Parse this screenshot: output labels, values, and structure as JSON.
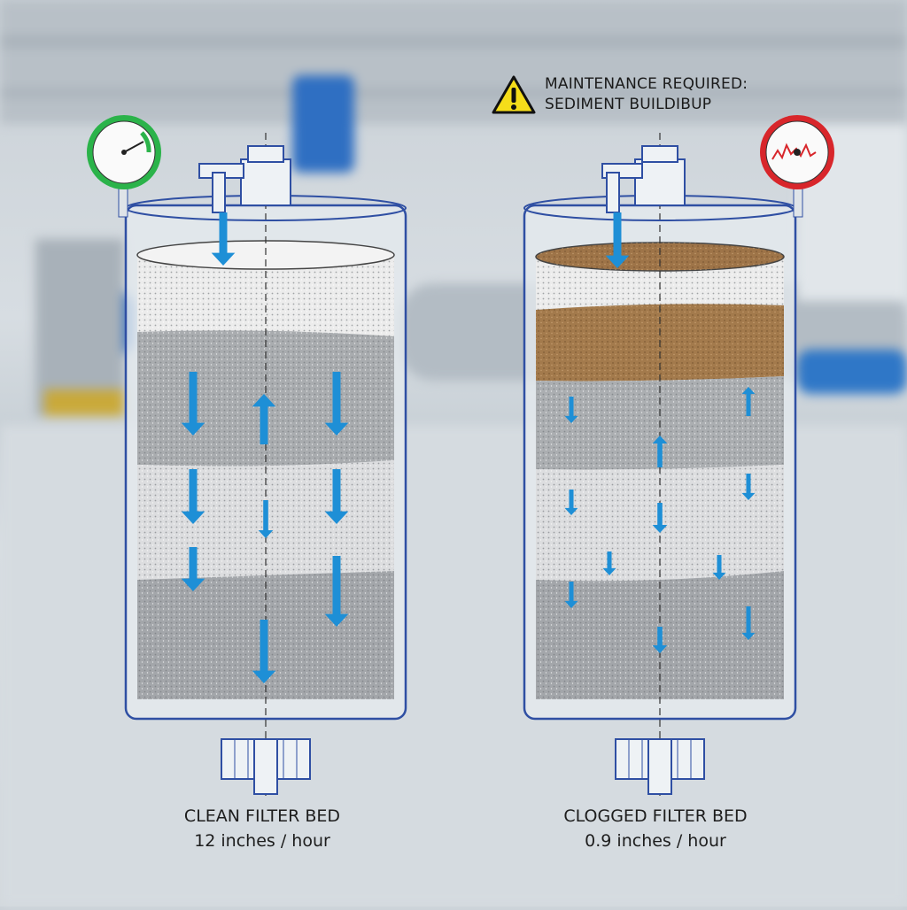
{
  "warning": {
    "icon": "warning-triangle-icon",
    "line1": "MAINTENANCE REQUIRED:",
    "line2": "SEDIMENT BUILDIBUP",
    "color": "#f5dd1a"
  },
  "filters": [
    {
      "title": "CLEAN FILTER BED",
      "rate": "12 inches / hour",
      "gauge_color": "#2bb34a"
    },
    {
      "title": "CLOGGED FILTER BED",
      "rate": "0.9 inches / hour",
      "gauge_color": "#d8262b"
    }
  ],
  "colors": {
    "arrow": "#1e8fd6",
    "sediment": "#a37a4c",
    "tank_outline": "#2f4fa3"
  }
}
